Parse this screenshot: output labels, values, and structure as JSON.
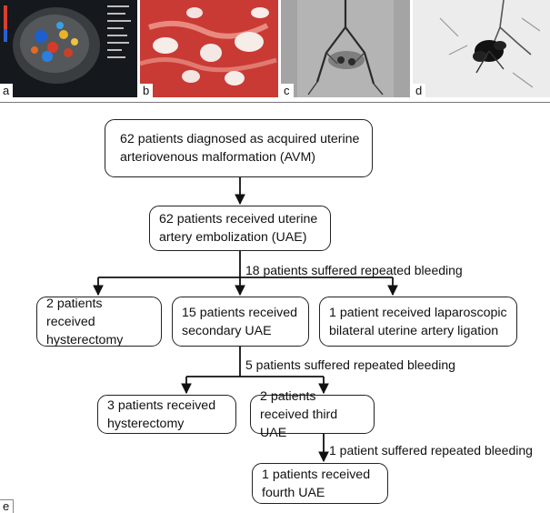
{
  "panels": {
    "a_label": "a",
    "b_label": "b",
    "c_label": "c",
    "d_label": "d",
    "e_label": "e"
  },
  "flowchart": {
    "box_top": "62 patients diagnosed as acquired uterine arteriovenous malformation (AVM)",
    "box_uae": "62 patients received uterine artery embolization (UAE)",
    "note_1": "18 patients suffered repeated bleeding",
    "box_hyst_1": "2 patients received hysterectomy",
    "box_secondary_uae": "15 patients received secondary UAE",
    "box_ligation": "1 patient received laparoscopic bilateral uterine artery ligation",
    "note_2": "5 patients suffered repeated bleeding",
    "box_hyst_2": "3 patients received hysterectomy",
    "box_third_uae": "2 patients received third UAE",
    "note_3": "1 patient suffered repeated bleeding",
    "box_fourth_uae": "1 patients received fourth UAE"
  },
  "colors": {
    "ultrasound_bg": "#1a1d22",
    "histology_bg": "#c8342f",
    "angiography_bg": "#9a9a9a",
    "dsa_bg": "#e8e8e8"
  }
}
